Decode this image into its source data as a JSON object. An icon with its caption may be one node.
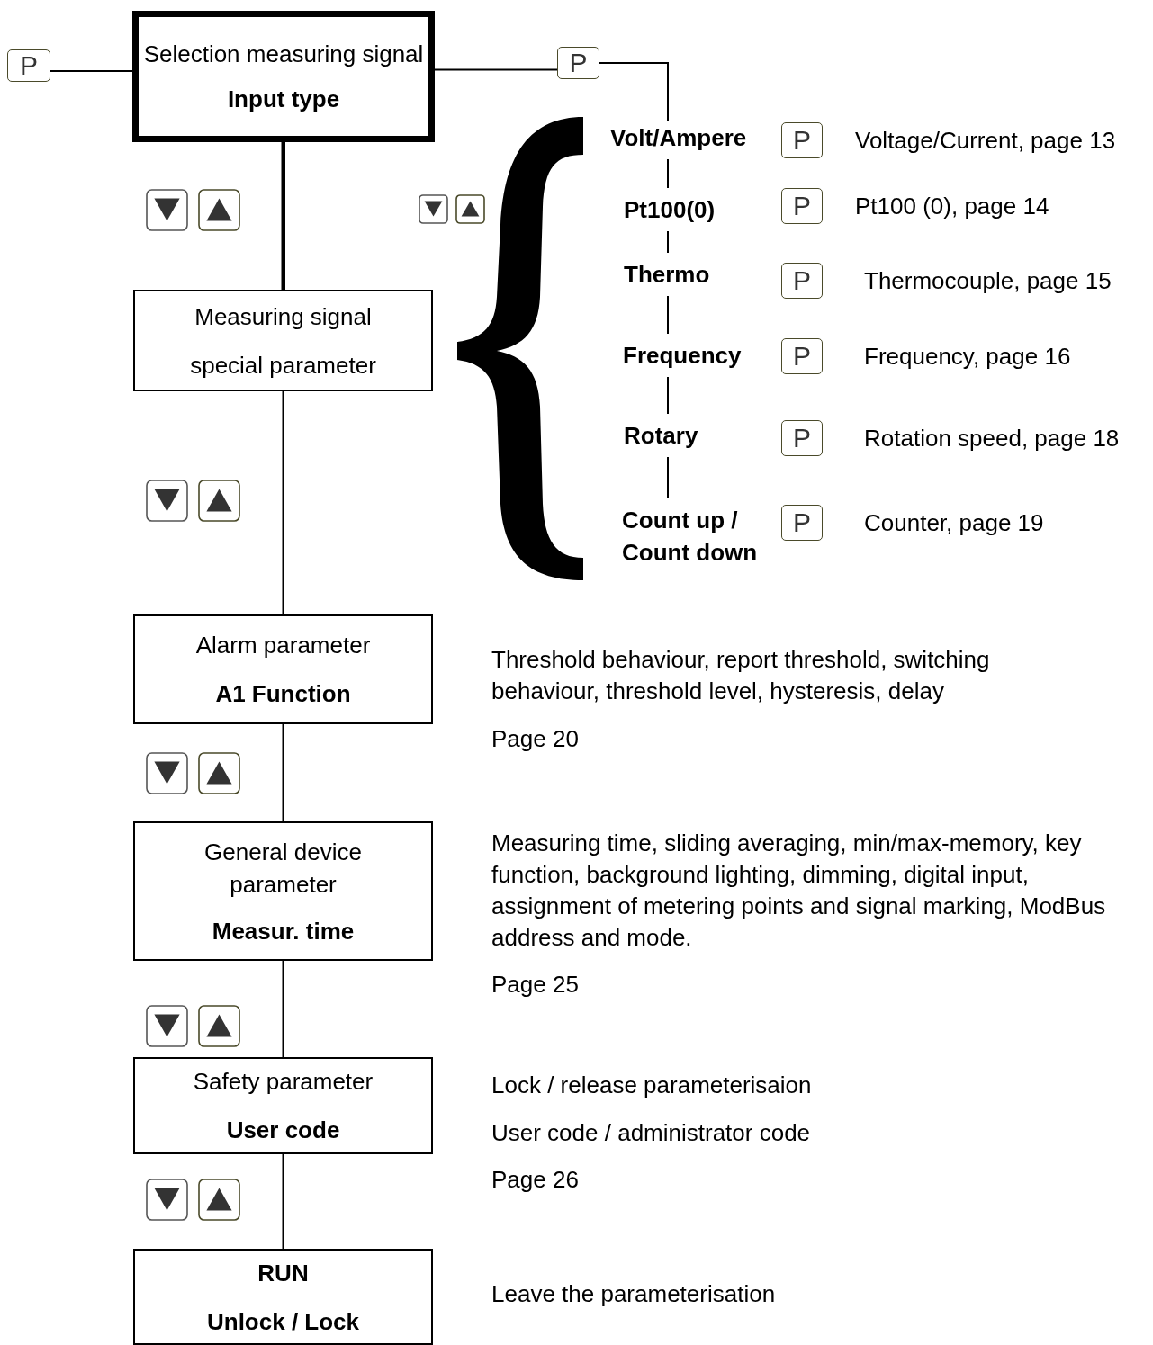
{
  "diagram": {
    "nodes": [
      {
        "text": [
          "P"
        ]
      },
      {
        "text": [
          "Selection measuring signal",
          "Input type"
        ]
      },
      {
        "text": [
          "P"
        ]
      },
      {
        "text": [
          "Measuring signal",
          "special parameter"
        ]
      },
      {
        "text": [
          "Alarm parameter",
          "A1  Function"
        ]
      },
      {
        "text": [
          "General device parameter",
          "Measur. time"
        ]
      },
      {
        "text": [
          "Safety parameter",
          "User code"
        ]
      },
      {
        "text": [
          "RUN",
          "Unlock / Lock"
        ]
      },
      {
        "text": [
          "Volt/Ampere"
        ]
      },
      {
        "text": [
          "Pt100(0)"
        ]
      },
      {
        "text": [
          "Thermo"
        ]
      },
      {
        "text": [
          "Frequency"
        ]
      },
      {
        "text": [
          "Rotary"
        ]
      },
      {
        "text": [
          "Count up / Count down"
        ]
      },
      {
        "text": [
          "P"
        ],
        "beside": [
          "Voltage/Current, page 13"
        ]
      },
      {
        "text": [
          "P"
        ],
        "beside": [
          "Pt100 (0), page 14"
        ]
      },
      {
        "text": [
          "P"
        ],
        "beside": [
          "Thermocouple, page 15"
        ]
      },
      {
        "text": [
          "P"
        ],
        "beside": [
          "Frequency, page 16"
        ]
      },
      {
        "text": [
          "P"
        ],
        "beside": [
          "Rotation speed, page 18"
        ]
      },
      {
        "text": [
          "P"
        ],
        "beside": [
          "Counter, page 19"
        ]
      }
    ],
    "edges": [
      {
        "from": 0,
        "to": 1,
        "arrow": "none"
      },
      {
        "from": 1,
        "to": 2,
        "arrow": "none"
      },
      {
        "from": 2,
        "to": 8,
        "arrow": "none"
      },
      {
        "from": 8,
        "to": 9,
        "arrow": "none"
      },
      {
        "from": 9,
        "to": 10,
        "arrow": "none"
      },
      {
        "from": 10,
        "to": 11,
        "arrow": "none"
      },
      {
        "from": 11,
        "to": 12,
        "arrow": "none"
      },
      {
        "from": 12,
        "to": 13,
        "arrow": "none"
      },
      {
        "from": 1,
        "to": 3,
        "arrow": "none",
        "style": "thick"
      },
      {
        "from": 3,
        "to": 4,
        "arrow": "none"
      },
      {
        "from": 4,
        "to": 5,
        "arrow": "none"
      },
      {
        "from": 5,
        "to": 6,
        "arrow": "none"
      },
      {
        "from": 6,
        "to": 7,
        "arrow": "none"
      }
    ],
    "labels": [
      "Threshold behaviour,  report threshold, switching behaviour, threshold level, hysteresis, delay",
      "Page 20",
      "Measuring time, sliding averaging, min/max-memory, key function, background lighting, dimming, digital input, assignment of metering points and signal marking, ModBus address and mode.",
      "Page 25",
      "Lock / release parameterisaion",
      "User code / administrator code",
      "Page 26",
      "Leave the parameterisation"
    ]
  }
}
